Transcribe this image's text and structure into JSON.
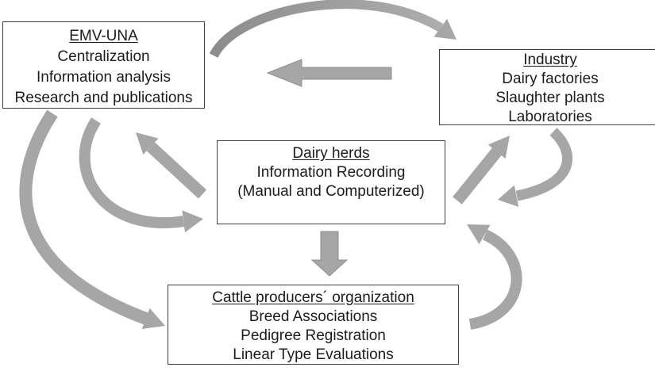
{
  "diagram": {
    "colors": {
      "background": "#ffffff",
      "arrow": "#a6a6a6",
      "arrow_dark": "#8c8c8c",
      "arrow_light": "#aeaeae",
      "arrow_outline": "#8f8f8f",
      "box_border": "#3f3f3f",
      "text": "#1c1c1c"
    },
    "boxes": {
      "emv_una": {
        "title": "EMV-UNA",
        "lines": [
          "Centralization",
          "Information analysis",
          "Research and publications"
        ]
      },
      "industry": {
        "title": "Industry",
        "lines": [
          "Dairy factories",
          "Slaughter plants",
          "Laboratories"
        ]
      },
      "dairy_herds": {
        "title": "Dairy herds",
        "lines": [
          "Information Recording",
          "(Manual and Computerized)"
        ]
      },
      "cattle_org": {
        "title": "Cattle producers´ organization",
        "lines": [
          "Breed Associations",
          "Pedigree Registration",
          "Linear Type Evaluations"
        ]
      }
    },
    "connections": [
      {
        "from": "EMV-UNA",
        "to": "Industry",
        "shape": "curved-arrow-over-top"
      },
      {
        "from": "Industry",
        "to": "EMV-UNA",
        "shape": "straight-block-arrow"
      },
      {
        "from": "Dairy herds",
        "to": "EMV-UNA",
        "shape": "straight-arrow"
      },
      {
        "from": "EMV-UNA",
        "to": "Dairy herds",
        "shape": "curved-arrow"
      },
      {
        "from": "EMV-UNA",
        "to": "Cattle producers´ organization",
        "shape": "curved-arrow"
      },
      {
        "from": "Dairy herds",
        "to": "Cattle producers´ organization",
        "shape": "straight-block-arrow"
      },
      {
        "from": "Dairy herds",
        "to": "Industry",
        "shape": "straight-arrow"
      },
      {
        "from": "Industry",
        "to": "Dairy herds",
        "shape": "curved-arrow"
      },
      {
        "from": "Cattle producers´ organization",
        "to": "Dairy herds",
        "shape": "curved-arrow"
      }
    ]
  }
}
